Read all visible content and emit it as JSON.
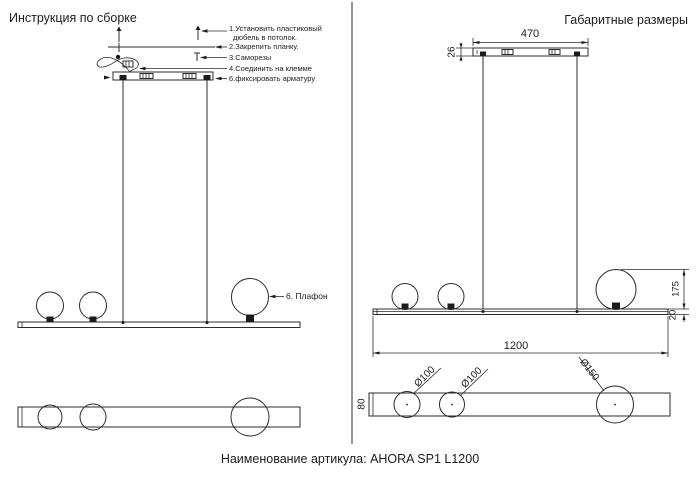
{
  "canvas": {
    "bg": "#ffffff",
    "line_color": "#2b2b2b",
    "text_color": "#1c1c1c"
  },
  "left_panel": {
    "title": "Инструкция по сборке",
    "callouts": [
      {
        "label": "1.Установить пластиковый",
        "label2": "дюбель в потолок."
      },
      {
        "label": "2.Закрепить планку."
      },
      {
        "label": "3.Саморезы"
      },
      {
        "label": "4.Соединить на клемме"
      },
      {
        "label": "6.фиксировать арматуру"
      }
    ],
    "plafon_label": "6. Плафон"
  },
  "right_panel": {
    "title": "Габаритные размеры",
    "dims": {
      "canopy_width": "470",
      "canopy_height": "26",
      "bar_length": "1200",
      "sphere_offset": "175",
      "bar_thickness": "20",
      "bar_depth": "80",
      "diameter_small_1": "Ø100",
      "diameter_small_2": "Ø100",
      "diameter_large": "Ø150"
    }
  },
  "footer": {
    "article_label": "Наименование артикула: AHORA SP1 L1200"
  }
}
